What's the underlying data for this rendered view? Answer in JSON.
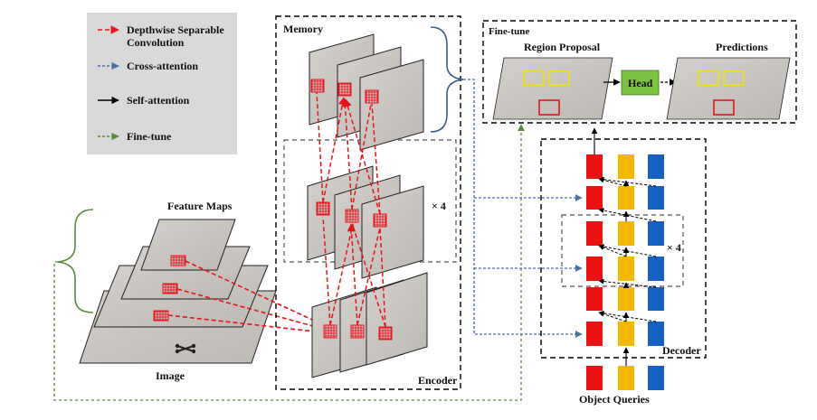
{
  "legend": {
    "items": [
      {
        "label_line1": "Depthwise Separable",
        "label_line2": "Convolution",
        "color": "#e8141b",
        "style": "dashed"
      },
      {
        "label_line1": "Cross-attention",
        "label_line2": "",
        "color": "#4a6fa5",
        "style": "dashed"
      },
      {
        "label_line1": "Self-attention",
        "label_line2": "",
        "color": "#000000",
        "style": "solid"
      },
      {
        "label_line1": "Fine-tune",
        "label_line2": "",
        "color": "#5a8a3a",
        "style": "dashed"
      }
    ]
  },
  "labels": {
    "feature_maps": "Feature Maps",
    "image": "Image",
    "memory": "Memory",
    "encoder": "Encoder",
    "times4_encoder": "× 4",
    "finetune_title": "Fine-tune",
    "region_proposal": "Region Proposal",
    "predictions": "Predictions",
    "head": "Head",
    "decoder": "Decoder",
    "times4_decoder": "× 4",
    "object_queries": "Object Queries"
  },
  "colors": {
    "red_dashed": "#e8141b",
    "blue_dashed": "#4a6fa5",
    "green_dashed": "#5a8a3a",
    "query_red": "#ee1111",
    "query_yellow": "#f5b800",
    "query_blue": "#1560c0",
    "head_green": "#7cc142",
    "box_yellow": "#f2e200",
    "box_red": "#e8141b",
    "map_fill": "#c9c6c2",
    "map_edge": "#222222",
    "legend_bg": "#d9d9d9"
  }
}
